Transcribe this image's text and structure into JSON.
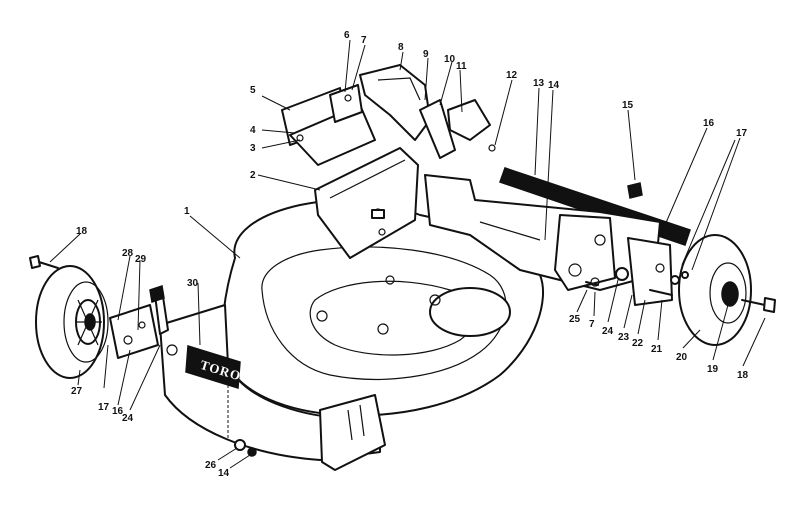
{
  "logo": {
    "text": "TORO"
  },
  "callouts": [
    {
      "id": "1",
      "text": "1"
    },
    {
      "id": "2",
      "text": "2"
    },
    {
      "id": "3",
      "text": "3"
    },
    {
      "id": "4",
      "text": "4"
    },
    {
      "id": "5",
      "text": "5"
    },
    {
      "id": "6",
      "text": "6"
    },
    {
      "id": "7a",
      "text": "7"
    },
    {
      "id": "8",
      "text": "8"
    },
    {
      "id": "9",
      "text": "9"
    },
    {
      "id": "10",
      "text": "10"
    },
    {
      "id": "11",
      "text": "11"
    },
    {
      "id": "12",
      "text": "12"
    },
    {
      "id": "13",
      "text": "13"
    },
    {
      "id": "14a",
      "text": "14"
    },
    {
      "id": "15",
      "text": "15"
    },
    {
      "id": "16a",
      "text": "16"
    },
    {
      "id": "17a",
      "text": "17"
    },
    {
      "id": "18a",
      "text": "18"
    },
    {
      "id": "28",
      "text": "28"
    },
    {
      "id": "29",
      "text": "29"
    },
    {
      "id": "30",
      "text": "30"
    },
    {
      "id": "27",
      "text": "27"
    },
    {
      "id": "17b",
      "text": "17"
    },
    {
      "id": "16b",
      "text": "16"
    },
    {
      "id": "24a",
      "text": "24"
    },
    {
      "id": "25",
      "text": "25"
    },
    {
      "id": "7b",
      "text": "7"
    },
    {
      "id": "24b",
      "text": "24"
    },
    {
      "id": "23",
      "text": "23"
    },
    {
      "id": "22",
      "text": "22"
    },
    {
      "id": "21",
      "text": "21"
    },
    {
      "id": "20",
      "text": "20"
    },
    {
      "id": "19",
      "text": "19"
    },
    {
      "id": "18b",
      "text": "18"
    },
    {
      "id": "26",
      "text": "26"
    },
    {
      "id": "14b",
      "text": "14"
    }
  ]
}
